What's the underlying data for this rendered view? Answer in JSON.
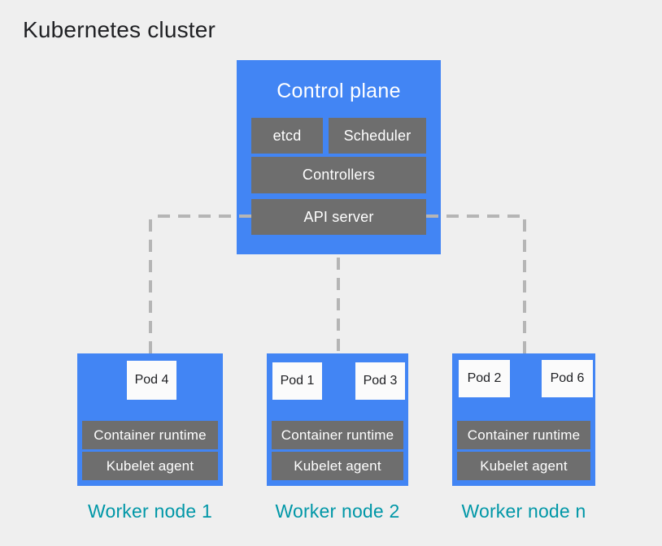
{
  "diagram": {
    "title": "Kubernetes cluster",
    "control_plane": {
      "title": "Control plane",
      "components": {
        "etcd": "etcd",
        "scheduler": "Scheduler",
        "controllers": "Controllers",
        "api_server": "API server"
      }
    },
    "worker_nodes": [
      {
        "label": "Worker node 1",
        "pods": [
          "Pod 4"
        ],
        "runtime": "Container runtime",
        "kubelet": "Kubelet agent"
      },
      {
        "label": "Worker node 2",
        "pods": [
          "Pod 1",
          "Pod 3"
        ],
        "runtime": "Container runtime",
        "kubelet": "Kubelet agent"
      },
      {
        "label": "Worker node n",
        "pods": [
          "Pod 2",
          "Pod 6"
        ],
        "runtime": "Container runtime",
        "kubelet": "Kubelet agent"
      }
    ],
    "colors": {
      "node_blue": "#4285f4",
      "component_gray": "#6e6e6e",
      "pod_white": "#fbfbfb",
      "label_teal": "#0097a7",
      "connector_gray": "#b5b5b5",
      "background": "#efefef",
      "title_text": "#202124"
    }
  }
}
